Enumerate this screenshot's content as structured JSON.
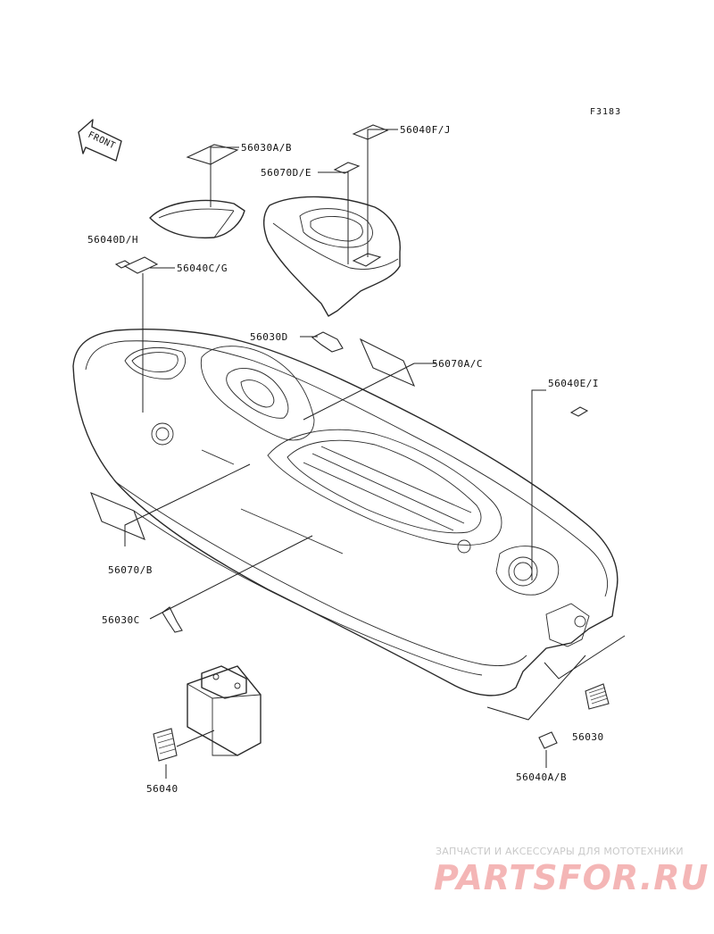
{
  "figure_id": "F3183",
  "front_label": "FRONT",
  "callouts": {
    "c_56030AB": "56030A/B",
    "c_56040FJ": "56040F/J",
    "c_56070DE": "56070D/E",
    "c_56040DH": "56040D/H",
    "c_56040CG": "56040C/G",
    "c_56030D": "56030D",
    "c_56070AC": "56070A/C",
    "c_56040EI": "56040E/I",
    "c_56070B": "56070/B",
    "c_56030C": "56030C",
    "c_56030": "56030",
    "c_56040": "56040",
    "c_56040AB": "56040A/B"
  },
  "watermark": {
    "caption": "ЗАПЧАСТИ И АКСЕССУАРЫ ДЛЯ МОТОТЕХНИКИ",
    "logo": "PARTSFOR.RU"
  },
  "colors": {
    "line": "#2a2a2a",
    "watermark_logo": "#f4b6b6",
    "watermark_caption": "#c9c9c9"
  }
}
